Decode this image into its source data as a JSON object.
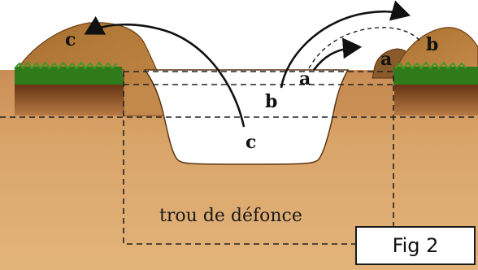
{
  "labels": {
    "c_left": "c",
    "c_hole": "c",
    "b_middle": "b",
    "a_middle": "a",
    "a_right": "a",
    "b_right": "b"
  },
  "caption": "trou de défonce",
  "figure_label": "Fig 2",
  "colors": {
    "subsoil": "#d8a266",
    "topsoil": "#6b3512",
    "grass": "#2f7a1a",
    "excavated_mound": "#b57a3c",
    "hole": "#ffffff",
    "arrow": "#111111"
  }
}
